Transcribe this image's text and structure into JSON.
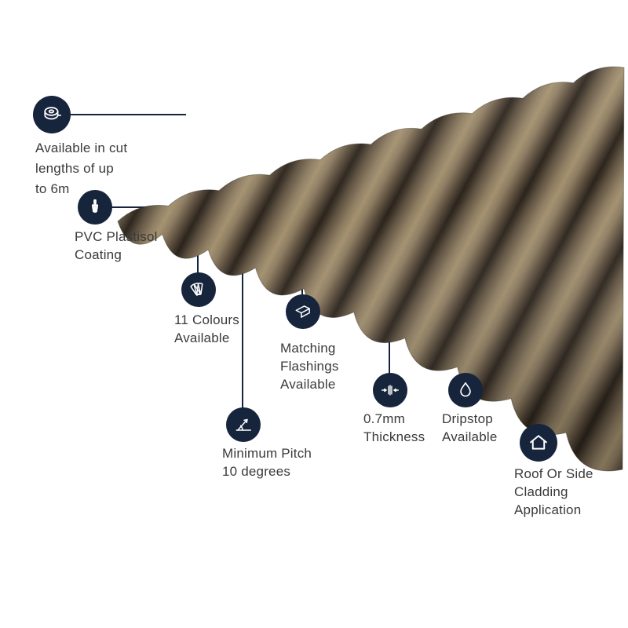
{
  "colors": {
    "accent_navy": "#16243c",
    "leader_line": "#16243c",
    "text": "#3a3a3a",
    "sheet_crest_light": "#a3916f",
    "sheet_mid_brown": "#84715a",
    "sheet_groove_dark": "#2b241c"
  },
  "illustration": {
    "subject": "brown corrugated roofing sheet shown in perspective with scalloped wave edges"
  },
  "features": [
    {
      "icon": "tape-measure-icon",
      "lines": [
        "Available in cut",
        "lengths of up",
        "to 6m"
      ]
    },
    {
      "icon": "paint-brush-icon",
      "lines": [
        "PVC Plastisol",
        "Coating"
      ]
    },
    {
      "icon": "colour-swatches-icon",
      "lines": [
        "11 Colours",
        "Available"
      ]
    },
    {
      "icon": "flashing-sheet-icon",
      "lines": [
        "Matching",
        "Flashings",
        "Available"
      ]
    },
    {
      "icon": "pitch-angle-icon",
      "lines": [
        "Minimum Pitch",
        "10 degrees"
      ]
    },
    {
      "icon": "thickness-gauge-icon",
      "lines": [
        "0.7mm",
        "Thickness"
      ]
    },
    {
      "icon": "water-drop-icon",
      "lines": [
        "Dripstop",
        "Available"
      ]
    },
    {
      "icon": "house-icon",
      "lines": [
        "Roof Or Side",
        "Cladding",
        "Application"
      ]
    }
  ]
}
